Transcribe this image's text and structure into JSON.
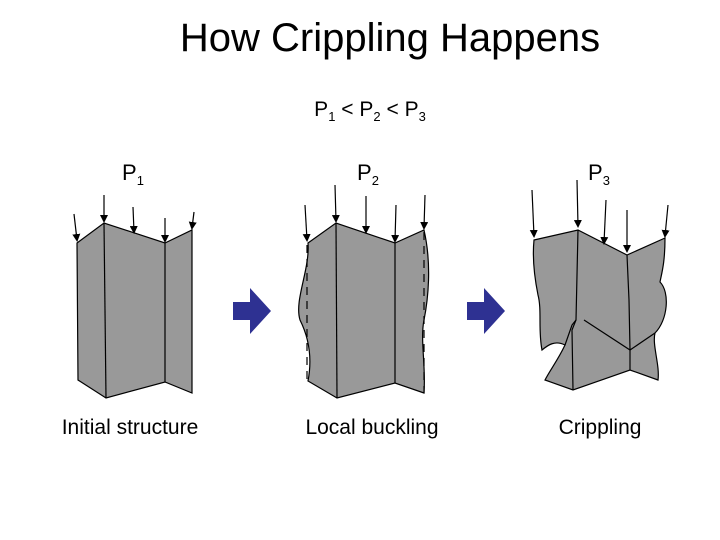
{
  "title": "How Crippling Happens",
  "relation": {
    "p1": "P",
    "p1_sub": "1",
    "op1": "<",
    "p2": "P",
    "p2_sub": "2",
    "op2": "<",
    "p3": "P",
    "p3_sub": "3"
  },
  "stages": [
    {
      "load_label": "P",
      "load_sub": "1",
      "caption": "Initial structure"
    },
    {
      "load_label": "P",
      "load_sub": "2",
      "caption": "Local buckling"
    },
    {
      "load_label": "P",
      "load_sub": "3",
      "caption": "Crippling"
    }
  ],
  "colors": {
    "plate": "#999999",
    "stroke": "#000000",
    "arrow": "#2e3192"
  }
}
